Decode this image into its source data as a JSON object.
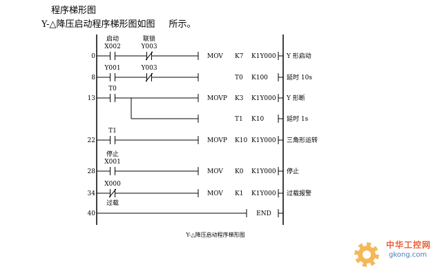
{
  "heading": {
    "title": "程序梯形图",
    "intro_a": "Y-△降压启动程序梯形图如图",
    "intro_b": "所示。"
  },
  "ladder": {
    "rungs": [
      {
        "step": "0",
        "contacts": [
          {
            "address": "X002",
            "label": "启动",
            "type": "NO"
          },
          {
            "address": "Y003",
            "label": "联锁",
            "type": "NC"
          }
        ],
        "instruction": {
          "op": "MOV",
          "src": "K7",
          "dst": "K1Y000"
        },
        "comment": "Y 形启动"
      },
      {
        "step": "8",
        "contacts": [
          {
            "address": "Y001",
            "type": "NO"
          },
          {
            "address": "Y003",
            "type": "NC"
          }
        ],
        "instruction": {
          "op": "",
          "src": "T0",
          "dst": "K100"
        },
        "comment": "延时 10s"
      },
      {
        "step": "13",
        "contacts": [
          {
            "address": "T0",
            "type": "NO"
          }
        ],
        "instruction": {
          "op": "MOVP",
          "src": "K3",
          "dst": "K1Y000"
        },
        "comment": "Y 形断"
      },
      {
        "step": "",
        "branch": true,
        "instruction": {
          "op": "",
          "src": "T1",
          "dst": "K10"
        },
        "comment": "延时 1s"
      },
      {
        "step": "22",
        "contacts": [
          {
            "address": "T1",
            "type": "NO"
          }
        ],
        "instruction": {
          "op": "MOVP",
          "src": "K10",
          "dst": "K1Y000"
        },
        "comment": "三角形运转"
      },
      {
        "step": "28",
        "contacts": [
          {
            "address": "X001",
            "label": "停止",
            "type": "NO"
          }
        ],
        "instruction": {
          "op": "MOV",
          "src": "K0",
          "dst": "K1Y000"
        },
        "comment": "停止"
      },
      {
        "step": "34",
        "contacts": [
          {
            "address": "X000",
            "label_below": "过载",
            "type": "NC"
          }
        ],
        "instruction": {
          "op": "MOV",
          "src": "K1",
          "dst": "K1Y000"
        },
        "comment": "过载报警"
      },
      {
        "step": "40",
        "end": true,
        "instruction": {
          "op": "END",
          "src": "",
          "dst": ""
        },
        "comment": ""
      }
    ],
    "caption": "Y-△降压启动程序梯形图"
  },
  "watermark": {
    "title": "中华工控网",
    "url": "gkong.com",
    "colors": {
      "gear": "#f0a020",
      "title": "#e8613a",
      "url": "#4a7ab8"
    }
  }
}
